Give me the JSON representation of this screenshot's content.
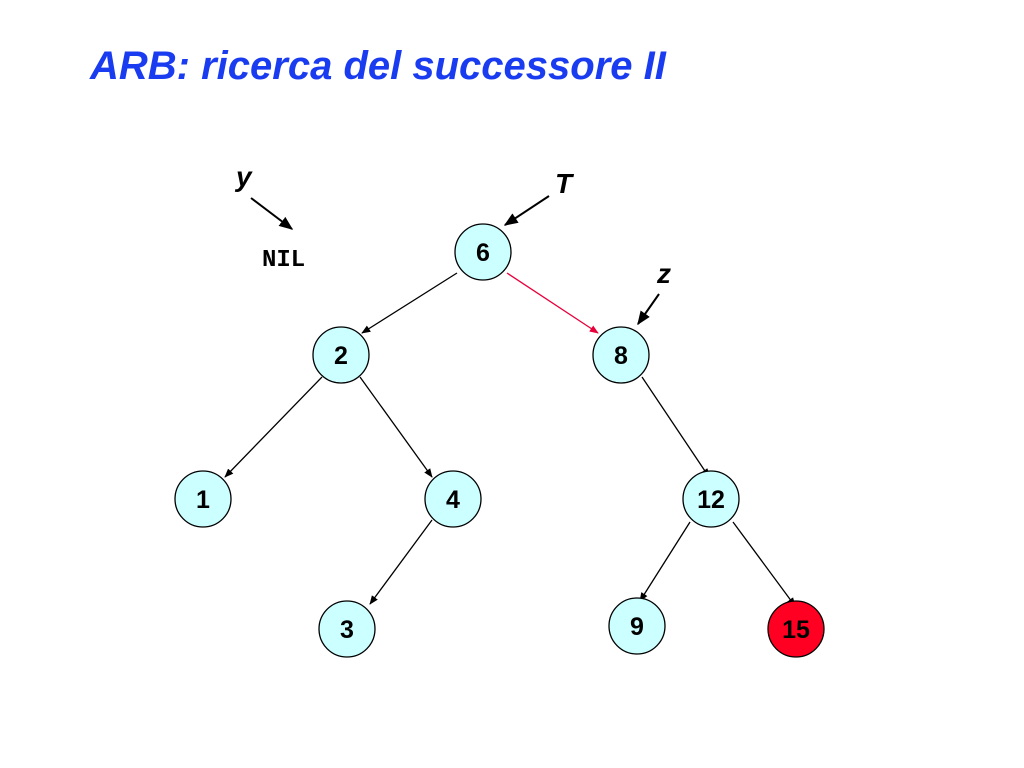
{
  "title": "ARB: ricerca del successore II",
  "colors": {
    "title": "#1a3cf0",
    "node_fill": "#ccffff",
    "highlight_fill": "#ff0022",
    "highlight_edge": "#e8003a",
    "edge": "#000000"
  },
  "tree": {
    "nodes": [
      {
        "id": "n6",
        "label": "6",
        "highlight": false
      },
      {
        "id": "n2",
        "label": "2",
        "highlight": false
      },
      {
        "id": "n8",
        "label": "8",
        "highlight": false
      },
      {
        "id": "n1",
        "label": "1",
        "highlight": false
      },
      {
        "id": "n4",
        "label": "4",
        "highlight": false
      },
      {
        "id": "n3",
        "label": "3",
        "highlight": false
      },
      {
        "id": "n12",
        "label": "12",
        "highlight": false
      },
      {
        "id": "n9",
        "label": "9",
        "highlight": false
      },
      {
        "id": "n15",
        "label": "15",
        "highlight": true
      }
    ],
    "edges": [
      {
        "from": "6",
        "to": "2",
        "highlight": false
      },
      {
        "from": "6",
        "to": "8",
        "highlight": true
      },
      {
        "from": "2",
        "to": "1",
        "highlight": false
      },
      {
        "from": "2",
        "to": "4",
        "highlight": false
      },
      {
        "from": "4",
        "to": "3",
        "highlight": false
      },
      {
        "from": "8",
        "to": "12",
        "highlight": false
      },
      {
        "from": "12",
        "to": "9",
        "highlight": false
      },
      {
        "from": "12",
        "to": "15",
        "highlight": false
      }
    ]
  },
  "pointers": {
    "y": {
      "label": "y",
      "target": "NIL"
    },
    "t": {
      "label": "T",
      "target": "6"
    },
    "z": {
      "label": "z",
      "target": "8"
    }
  },
  "nil_label": "NIL"
}
